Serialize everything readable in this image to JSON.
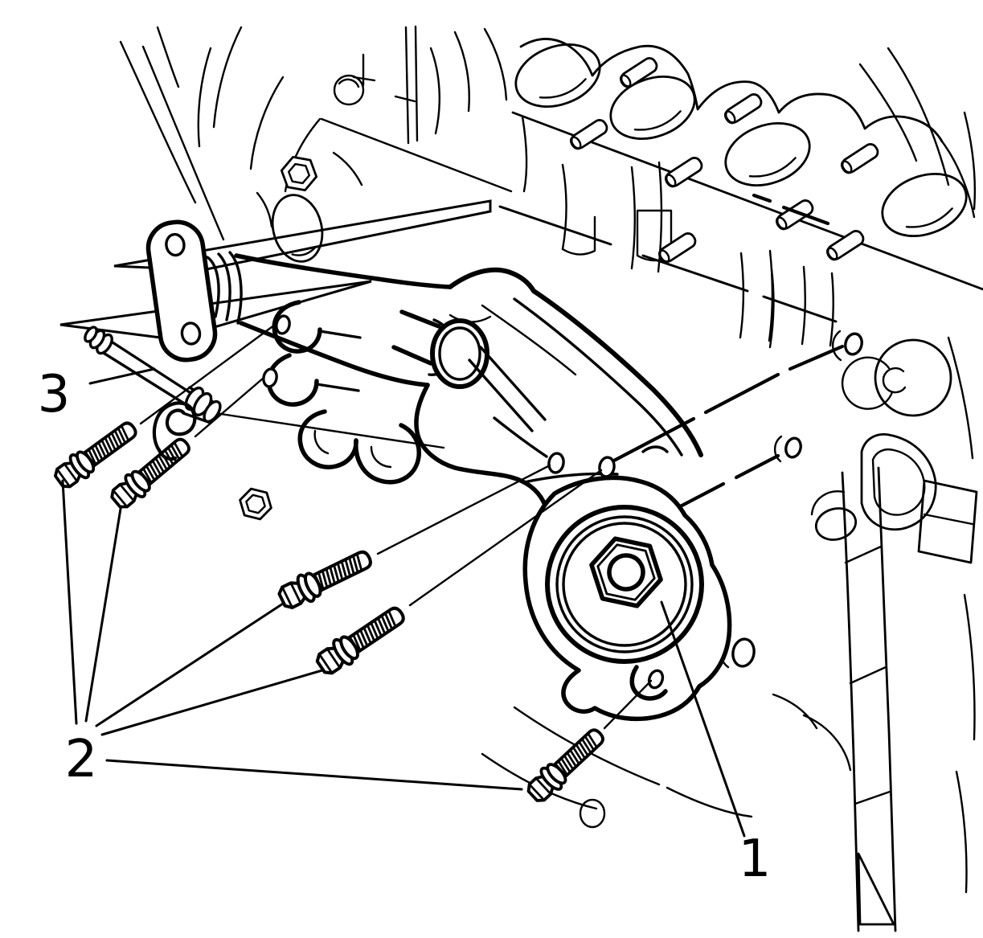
{
  "figure": {
    "type": "service-manual-line-illustration",
    "subject": "water pump and coolant pipe installation on engine block",
    "colors": {
      "line": "#000000",
      "background": "#ffffff"
    },
    "callouts": [
      {
        "label": "1",
        "part": "water-pump-assembly"
      },
      {
        "label": "2",
        "part": "pump-mounting-flange-bolts"
      },
      {
        "label": "3",
        "part": "coolant-bypass-pipe-with-clamp"
      }
    ]
  }
}
